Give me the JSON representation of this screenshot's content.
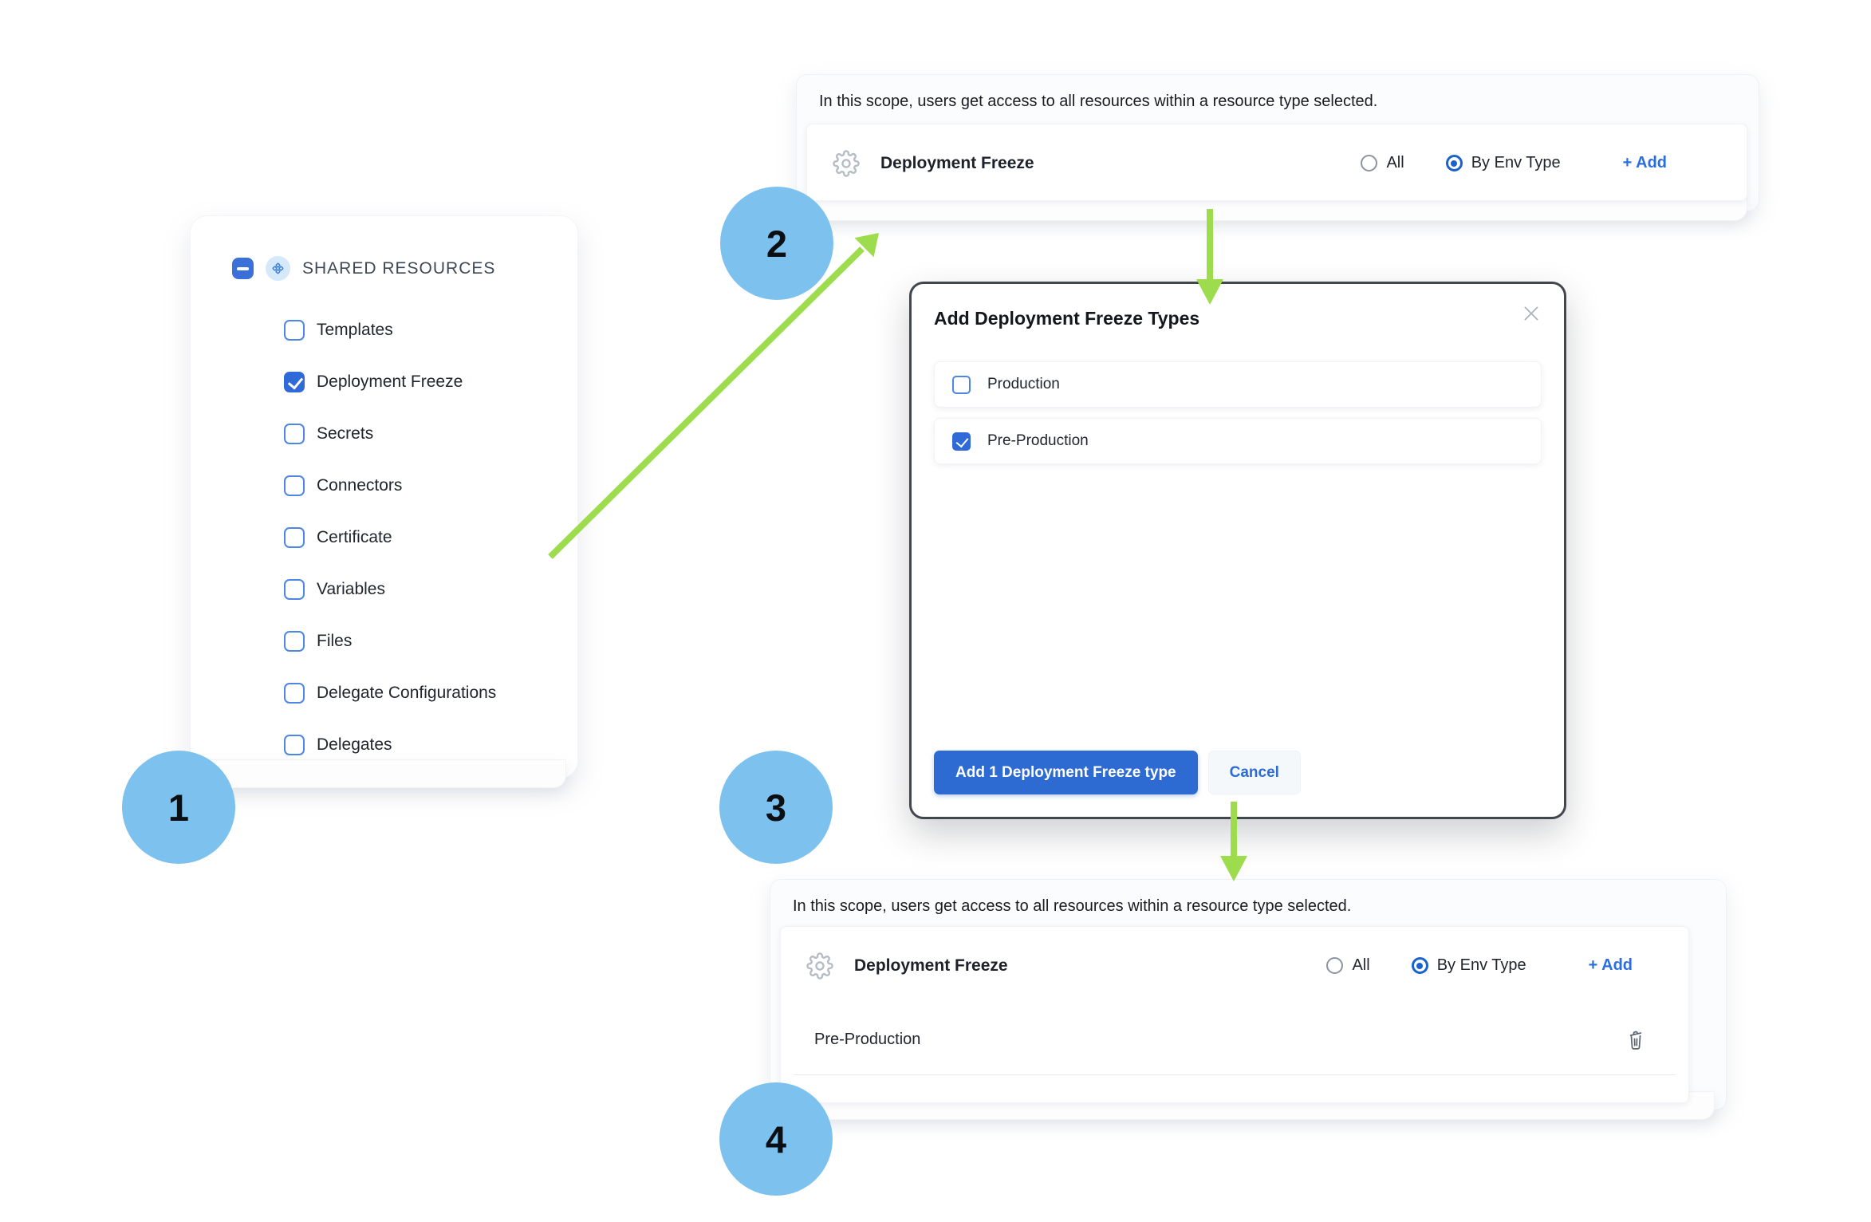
{
  "badges": {
    "step1": "1",
    "step2": "2",
    "step3": "3",
    "step4": "4"
  },
  "left_panel": {
    "header": "SHARED RESOURCES",
    "items": [
      {
        "label": "Templates",
        "checked": false
      },
      {
        "label": "Deployment Freeze",
        "checked": true
      },
      {
        "label": "Secrets",
        "checked": false
      },
      {
        "label": "Connectors",
        "checked": false
      },
      {
        "label": "Certificate",
        "checked": false
      },
      {
        "label": "Variables",
        "checked": false
      },
      {
        "label": "Files",
        "checked": false
      },
      {
        "label": "Delegate Configurations",
        "checked": false
      },
      {
        "label": "Delegates",
        "checked": false
      }
    ]
  },
  "scope_panel_top": {
    "description": "In this scope, users get access to all resources within a resource type selected.",
    "resource": "Deployment Freeze",
    "radio_all": {
      "label": "All",
      "selected": false
    },
    "radio_by_env": {
      "label": "By Env Type",
      "selected": true
    },
    "add_label": "+ Add"
  },
  "modal": {
    "title": "Add Deployment Freeze Types",
    "options": [
      {
        "label": "Production",
        "checked": false
      },
      {
        "label": "Pre-Production",
        "checked": true
      }
    ],
    "submit_label": "Add 1 Deployment Freeze type",
    "cancel_label": "Cancel"
  },
  "scope_panel_bottom": {
    "description": "In this scope, users get access to all resources within a resource type selected.",
    "resource": "Deployment Freeze",
    "radio_all": {
      "label": "All",
      "selected": false
    },
    "radio_by_env": {
      "label": "By Env Type",
      "selected": true
    },
    "add_label": "+ Add",
    "selected_type": "Pre-Production"
  },
  "colors": {
    "accent_blue": "#2f6ad8",
    "link_blue": "#2a6fe0",
    "radio_blue": "#1a63ce",
    "badge_blue": "#7dc2ee",
    "arrow_green": "#9ddc4d",
    "checkbox_border": "#4e86e8",
    "modal_border": "#42474e"
  }
}
